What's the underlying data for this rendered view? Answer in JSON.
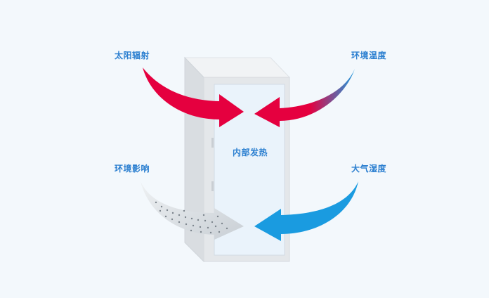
{
  "labels": {
    "solar_radiation": "太阳辐射",
    "environment_temperature": "环境温度",
    "environment_influence": "环境影响",
    "atmospheric_humidity": "大气湿度",
    "internal_heat": "内部发热"
  },
  "colors": {
    "background": "#f3f8fc",
    "label_text": "#2b7fd0",
    "arrow_red": "#e5003f",
    "arrow_blue": "#1a9be0",
    "arrow_gray": "#c8ced4",
    "cabinet_body": "#e6e9ec",
    "cabinet_window": "#eaf3fb"
  },
  "icons": {
    "cabinet": "cabinet-icon",
    "arrows": [
      "solar-radiation-arrow",
      "environment-temperature-arrow",
      "environment-influence-arrow",
      "atmospheric-humidity-arrow"
    ]
  }
}
